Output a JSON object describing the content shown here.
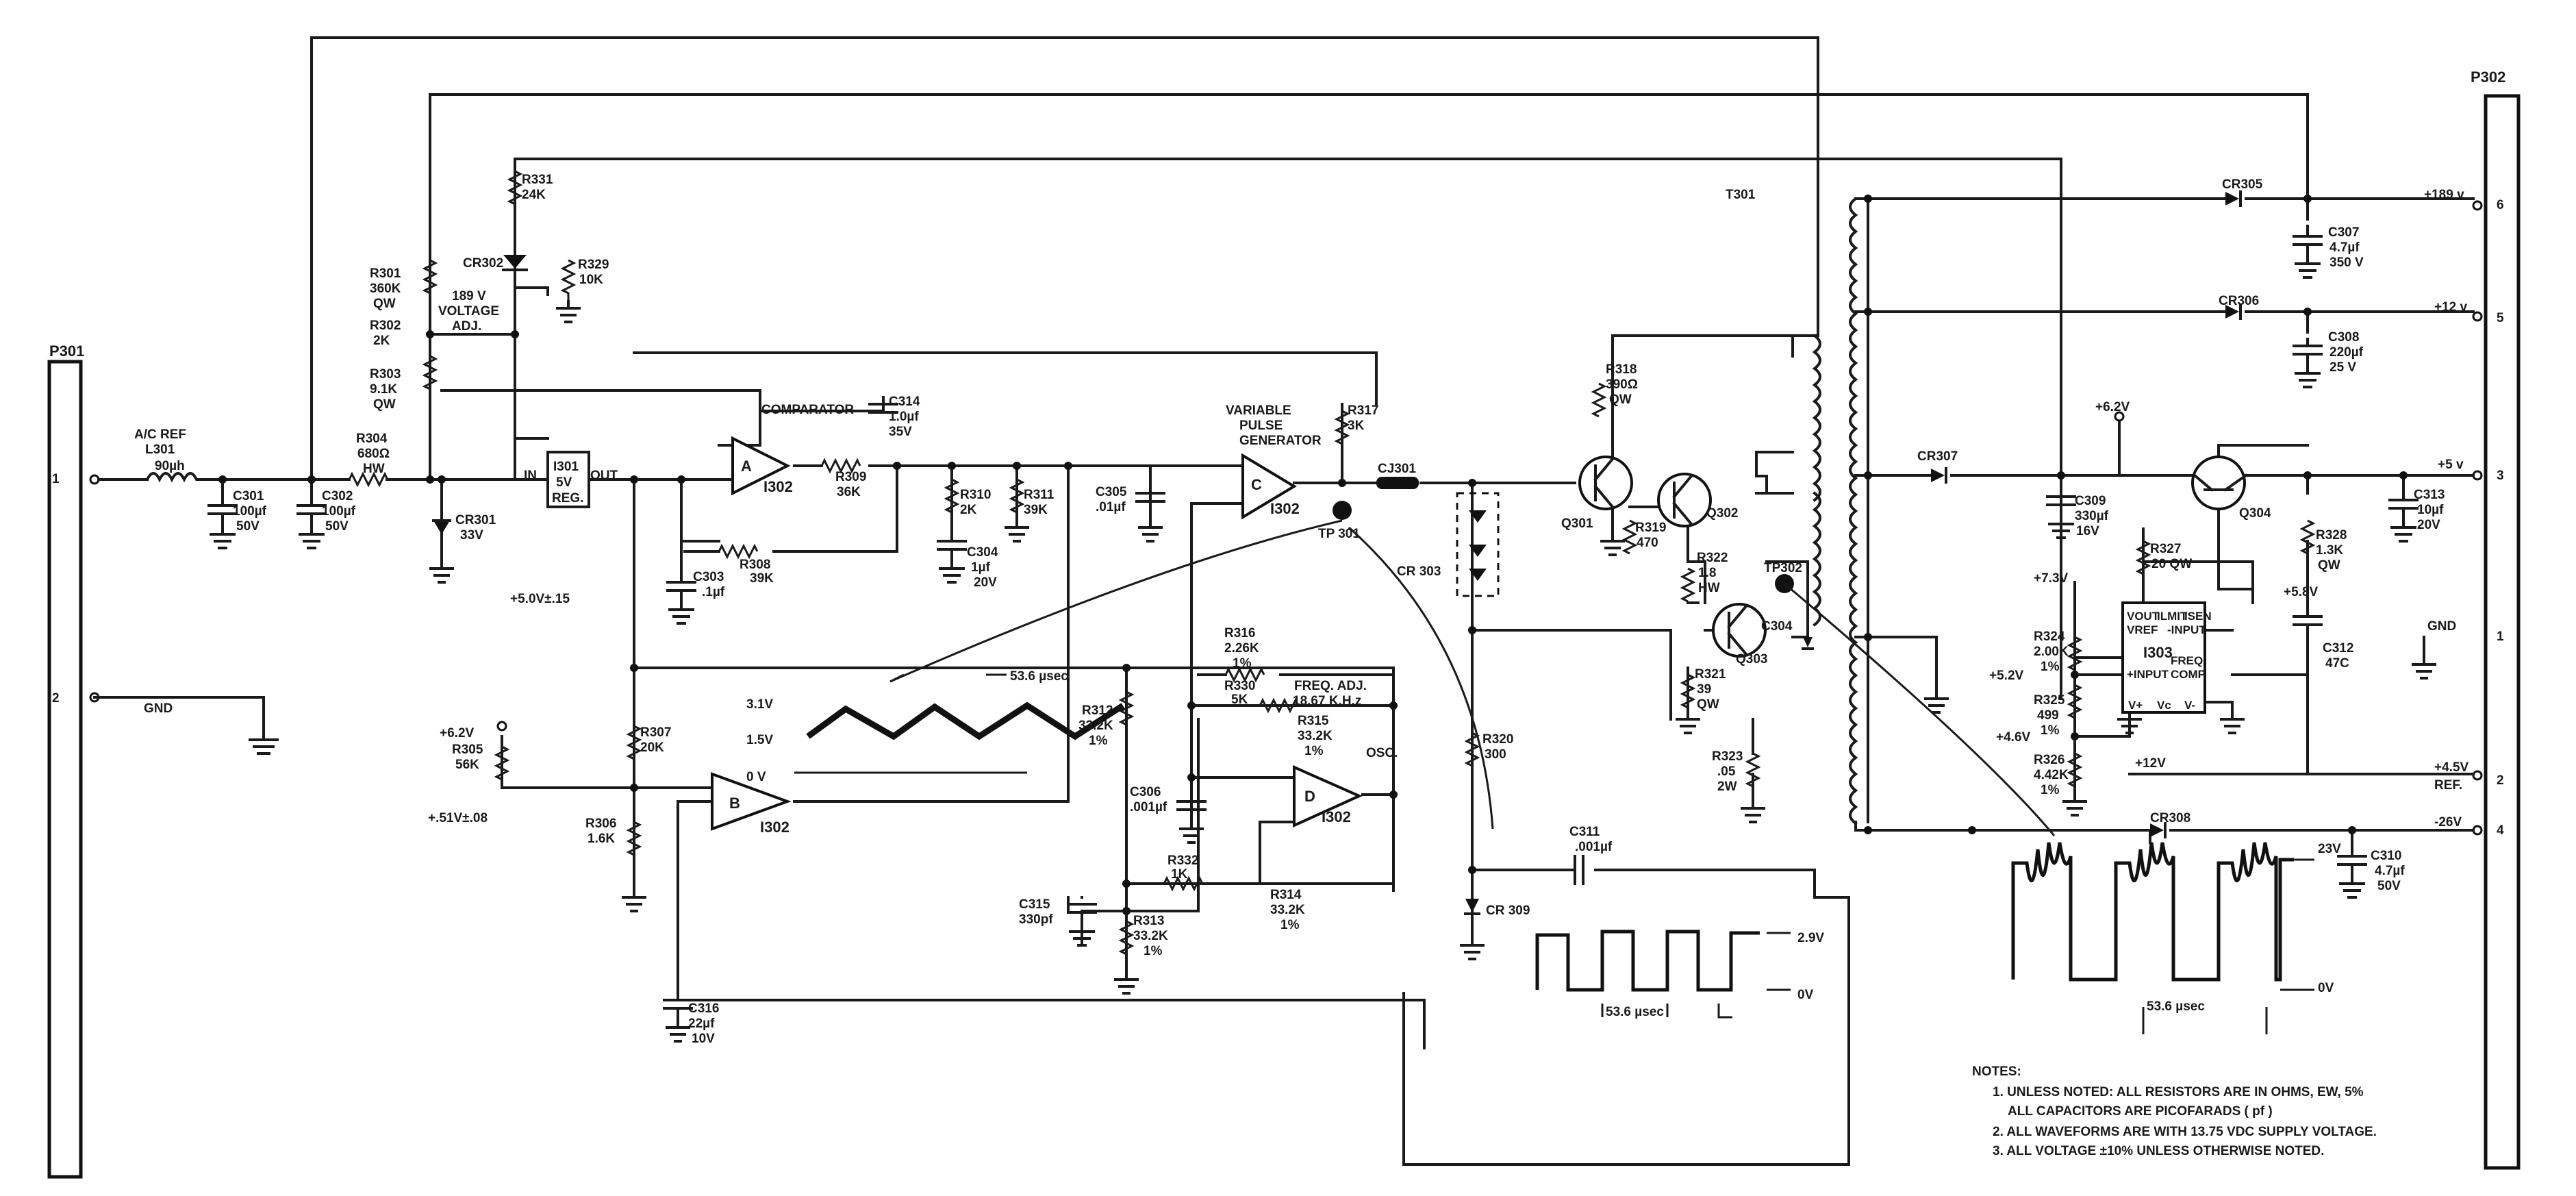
{
  "connectors": {
    "p301": {
      "name": "P301",
      "pins": [
        "1",
        "2"
      ],
      "signals": [
        "GND"
      ]
    },
    "p302": {
      "name": "P302",
      "pins": [
        "6",
        "5",
        "3",
        "1",
        "2",
        "4"
      ],
      "signals": [
        "+189 v",
        "+12 v",
        "+5 v",
        "GND",
        "+4.5V",
        "REF.",
        "-26V"
      ]
    }
  },
  "labels": {
    "ac_ref": "A/C REF",
    "l301": "L301",
    "l301_val": "90µh",
    "c301": [
      "C301",
      "100µf",
      "50V"
    ],
    "c302": [
      "C302",
      "100µf",
      "50V"
    ],
    "r304": [
      "R304",
      "680Ω",
      "HW"
    ],
    "cr301": [
      "CR301",
      "33V"
    ],
    "r301": [
      "R301",
      "360K",
      "QW"
    ],
    "r302": [
      "R302",
      "2K"
    ],
    "r303": [
      "R303",
      "9.1K",
      "QW"
    ],
    "voltage_adj": [
      "189 V",
      "VOLTAGE",
      "ADJ."
    ],
    "r331": [
      "R331",
      "24K"
    ],
    "cr302": "CR302",
    "r329": [
      "R329",
      "10K"
    ],
    "i301": [
      "I301",
      "5V",
      "REG."
    ],
    "in": "IN",
    "out": "OUT",
    "c303": [
      "C303",
      ".1µf"
    ],
    "five_v": "+5.0V±.15",
    "comparator": "COMPARATOR",
    "c314": [
      "C314",
      "1.0µf",
      "35V"
    ],
    "amp_a": "A",
    "i302": "I302",
    "r308": [
      "R308",
      "39K"
    ],
    "r309": [
      "R309",
      "36K"
    ],
    "r310": [
      "R310",
      "2K"
    ],
    "r311": [
      "R311",
      "39K"
    ],
    "c304": [
      "C304",
      "1µf",
      "20V"
    ],
    "c305": [
      "C305",
      ".01µf"
    ],
    "vpg": [
      "VARIABLE",
      "PULSE",
      "GENERATOR"
    ],
    "amp_c": "C",
    "r317": [
      "R317",
      "3K"
    ],
    "cj301": "CJ301",
    "tp301": "TP 301",
    "r316": [
      "R316",
      "2.26K",
      "1%"
    ],
    "r330": [
      "R330",
      "5K"
    ],
    "freq_adj": [
      "FREQ. ADJ.",
      "18.67 K.H.z"
    ],
    "r315": [
      "R315",
      "33.2K",
      "1%"
    ],
    "r312": [
      "R312",
      "33.2K",
      "1%"
    ],
    "c306": [
      "C306",
      ".001µf"
    ],
    "amp_d": "D",
    "osc": "OSC.",
    "r332": [
      "R332",
      "1K"
    ],
    "r314": [
      "R314",
      "33.2K",
      "1%"
    ],
    "c315": [
      "C315",
      "330pf"
    ],
    "r313": [
      "R313",
      "33.2K",
      "1%"
    ],
    "tri_high": "3.1V",
    "tri_low": "1.5V",
    "tri_ov": "0 V",
    "tri_period": "53.6 µsec",
    "r307": [
      "R307",
      "20K"
    ],
    "r305": [
      "R305",
      "56K"
    ],
    "plus62a": "+6.2V",
    "r306": [
      "R306",
      "1.6K"
    ],
    "fifty_one": "+.51V±.08",
    "amp_b": "B",
    "c316": [
      "C316",
      "22µf",
      "10V"
    ],
    "cr303": "CR 303",
    "q301": "Q301",
    "q302": "Q302",
    "r318": [
      "R318",
      "390Ω",
      "QW"
    ],
    "r319": [
      "R319",
      "470"
    ],
    "r322": [
      "R322",
      "1.8",
      "HW"
    ],
    "tp302": "TP302",
    "c304b": "C304",
    "q303": "Q303",
    "r321": [
      "R321",
      "39",
      "QW"
    ],
    "r323": [
      "R323",
      ".05",
      "2W"
    ],
    "r320": [
      "R320",
      "300"
    ],
    "c311": [
      "C311",
      ".001µf"
    ],
    "cr309": "CR 309",
    "t301": "T301",
    "sq_high": "2.9V",
    "sq_low": "0V",
    "sq_period": "53.6 µsec",
    "cr305": "CR305",
    "c307": [
      "C307",
      "4.7µf",
      "350 V"
    ],
    "cr306": "CR306",
    "c308": [
      "C308",
      "220µf",
      "25 V"
    ],
    "plus62b": "+6.2V",
    "cr307": "CR307",
    "c309": [
      "C309",
      "330µf",
      "16V"
    ],
    "q304": "Q304",
    "c313": [
      "C313",
      "10µf",
      "20V"
    ],
    "r327": [
      "R327",
      "20 QW"
    ],
    "r328": [
      "R328",
      "1.3K",
      "QW"
    ],
    "plus73": "+7.3V",
    "plus58": "+5.8V",
    "i303": "I303",
    "i303_pins": [
      "VOUT",
      "ILMIT",
      "ISEN",
      "VREF",
      "-INPUT",
      "+INPUT",
      "FREQ",
      "COMP",
      "V+",
      "Vc",
      "V-"
    ],
    "r324": [
      "R324",
      "2.00K",
      "1%"
    ],
    "plus52": "+5.2V",
    "r325": [
      "R325",
      "499",
      "1%"
    ],
    "plus46": "+4.6V",
    "r326": [
      "R326",
      "4.42K",
      "1%"
    ],
    "plus12": "+12V",
    "c312": [
      "C312",
      "47C"
    ],
    "cr308": "CR308",
    "c310": [
      "C310",
      "4.7µf",
      "50V"
    ],
    "rip_high": "23V",
    "rip_low": "0V",
    "rip_period": "53.6 µsec"
  },
  "notes": {
    "title": "NOTES:",
    "items": [
      "1. UNLESS NOTED: ALL RESISTORS ARE IN OHMS, EW, 5%",
      "ALL CAPACITORS ARE PICOFARADS ( pf )",
      "2. ALL WAVEFORMS ARE WITH 13.75 VDC SUPPLY VOLTAGE.",
      "3. ALL VOLTAGE ±10% UNLESS OTHERWISE NOTED."
    ]
  }
}
